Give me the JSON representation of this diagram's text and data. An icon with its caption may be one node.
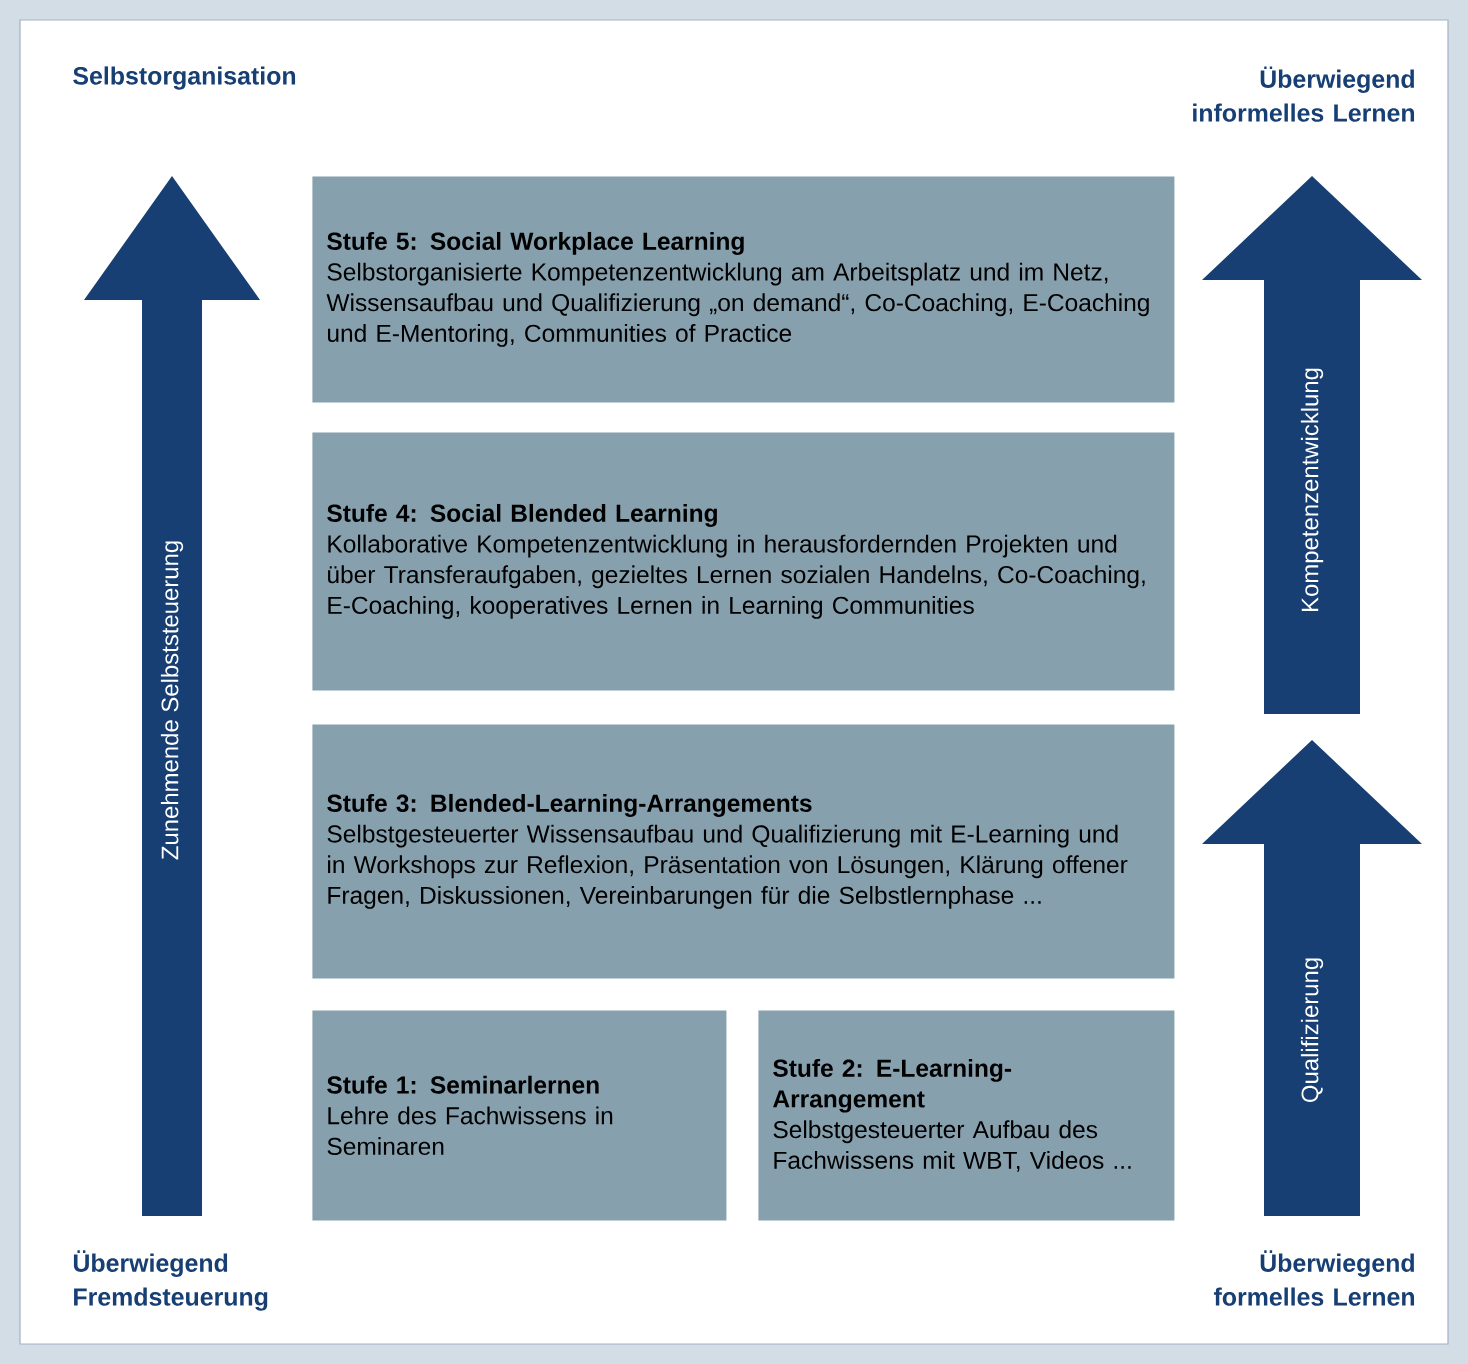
{
  "diagram": {
    "nodes": [
      {
        "text": [
          "Stufe 5: Social Workplace Learning",
          "Selbstorganisierte Kompetenzentwicklung am Arbeitsplatz und im Netz, Wissensaufbau und Qualifizierung „on demand“, Co-Coaching, E-Coaching und E-Mentoring, Communities of Practice"
        ]
      },
      {
        "text": [
          "Stufe 4: Social Blended Learning",
          "Kollaborative Kompetenzentwicklung in herausfordernden Projekten und über Transferaufgaben, gezieltes Lernen sozialen Handelns, Co-Coaching, E-Coaching, kooperatives Lernen in Learning Communities"
        ]
      },
      {
        "text": [
          "Stufe 3: Blended-Learning-Arrangements",
          "Selbstgesteuerter Wissensaufbau und Qualifizierung mit E-Learning und in Workshops zur Reflexion, Präsentation von Lösungen, Klärung offener Fragen, Diskussionen, Vereinbarungen für die Selbstlernphase ..."
        ]
      },
      {
        "text": [
          "Stufe 1: Seminarlernen",
          "Lehre des Fachwissens in Seminaren"
        ]
      },
      {
        "text": [
          "Stufe 2: E-Learning-Arrangement",
          "Selbstgesteuerter Aufbau des Fachwissens mit WBT, Videos ..."
        ]
      }
    ],
    "labels": [
      "Selbstorganisation",
      "Überwiegend informelles Lernen",
      "Zunehmende Selbststeuerung",
      "Kompetenzentwicklung",
      "Qualifizierung",
      "Überwiegend Fremdsteuerung",
      "Überwiegend formelles Lernen"
    ]
  }
}
